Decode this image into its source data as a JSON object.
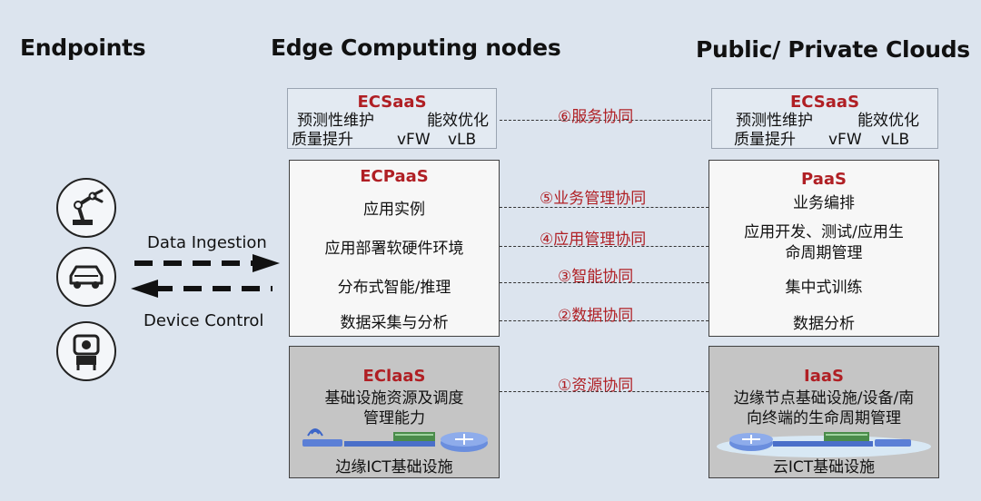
{
  "headers": {
    "endpoints": "Endpoints",
    "edge": "Edge Computing nodes",
    "cloud": "Public/ Private Clouds"
  },
  "edge": {
    "saas": {
      "title": "ECSaaS",
      "items": [
        "预测性维护",
        "能效优化",
        "质量提升",
        "vFW",
        "vLB"
      ]
    },
    "paas": {
      "title": "ECPaaS",
      "items": [
        "应用实例",
        "应用部署软硬件环境",
        "分布式智能/推理",
        "数据采集与分析"
      ]
    },
    "iaas": {
      "title": "EClaaS",
      "lines": [
        "基础设施资源及调度",
        "管理能力"
      ],
      "footer": "边缘ICT基础设施"
    }
  },
  "cloud": {
    "saas": {
      "title": "ECSaaS",
      "items": [
        "预测性维护",
        "能效优化",
        "质量提升",
        "vFW",
        "vLB"
      ]
    },
    "paas": {
      "title": "PaaS",
      "items": [
        "业务编排",
        "应用开发、测试/应用生",
        "命周期管理",
        "集中式训练",
        "数据分析"
      ]
    },
    "iaas": {
      "title": "IaaS",
      "lines": [
        "边缘节点基础设施/设备/南",
        "向终端的生命周期管理"
      ],
      "footer": "云ICT基础设施"
    }
  },
  "collaboration": {
    "service": "⑥服务协同",
    "business": "⑤业务管理协同",
    "application": "④应用管理协同",
    "intelligence": "③智能协同",
    "data": "②数据协同",
    "resource": "①资源协同"
  },
  "flows": {
    "ingestion": "Data Ingestion",
    "control": "Device Control"
  },
  "icons": [
    "robot-arm-icon",
    "car-icon",
    "robot-icon"
  ]
}
